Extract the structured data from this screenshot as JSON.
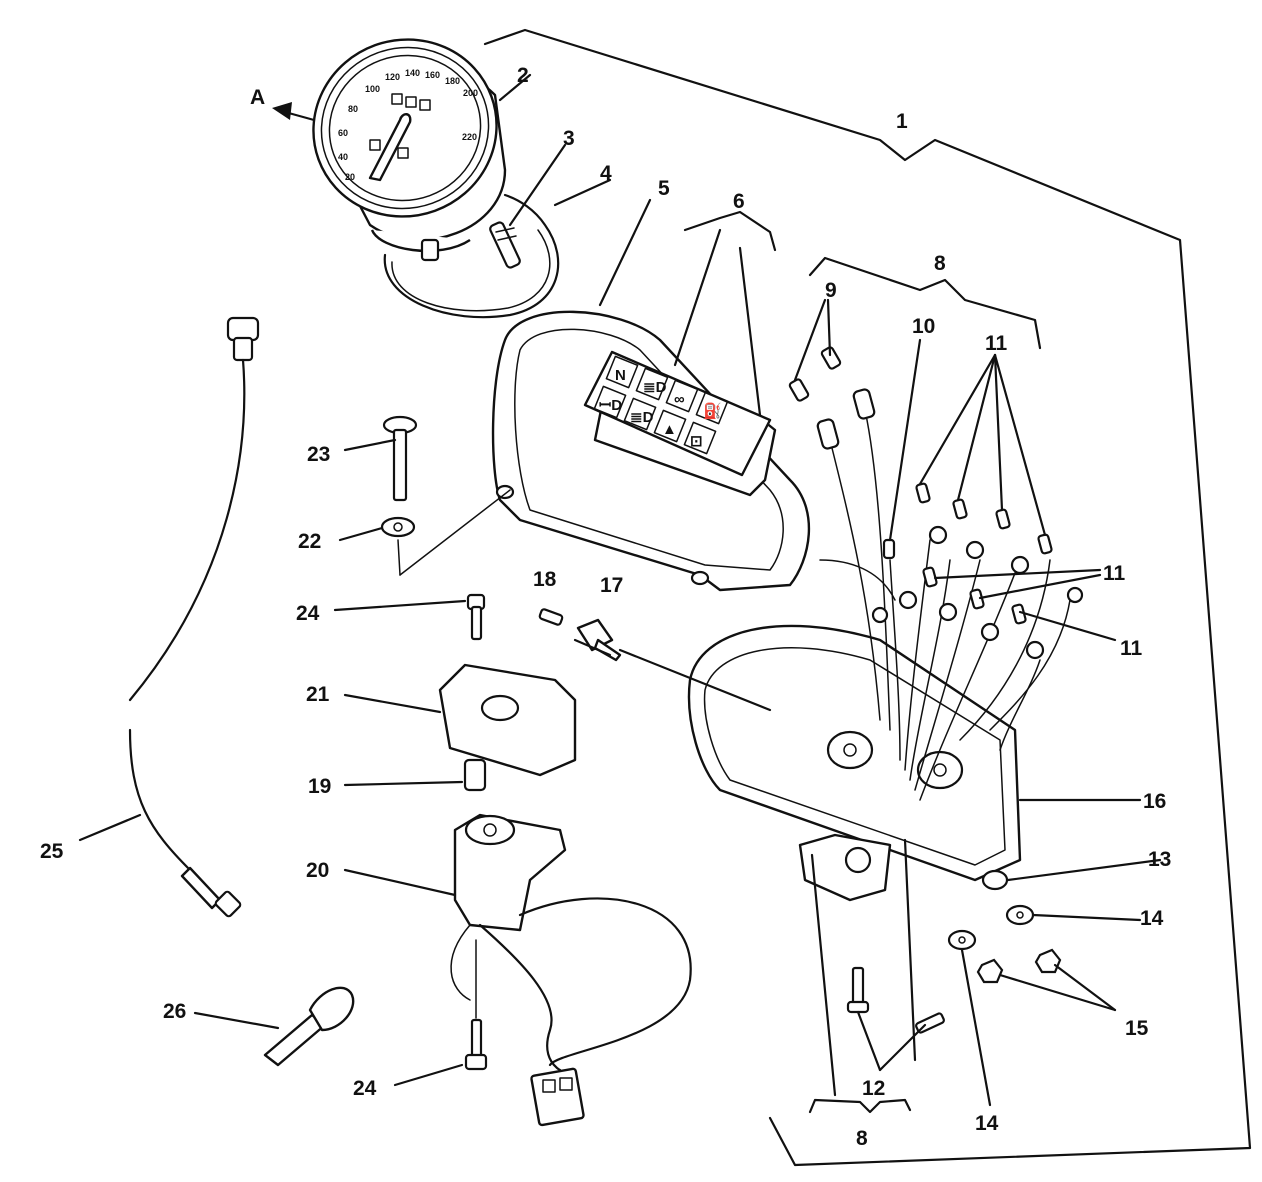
{
  "diagram": {
    "title": "Instrument panel and ignition switch exploded view",
    "view_marker": "A",
    "callouts": [
      {
        "id": "1",
        "label": "1"
      },
      {
        "id": "2",
        "label": "2"
      },
      {
        "id": "3",
        "label": "3"
      },
      {
        "id": "4",
        "label": "4"
      },
      {
        "id": "5",
        "label": "5"
      },
      {
        "id": "6",
        "label": "6"
      },
      {
        "id": "8a",
        "label": "8"
      },
      {
        "id": "8b",
        "label": "8"
      },
      {
        "id": "9",
        "label": "9"
      },
      {
        "id": "10",
        "label": "10"
      },
      {
        "id": "11a",
        "label": "11"
      },
      {
        "id": "11b",
        "label": "11"
      },
      {
        "id": "11c",
        "label": "11"
      },
      {
        "id": "12",
        "label": "12"
      },
      {
        "id": "13",
        "label": "13"
      },
      {
        "id": "14a",
        "label": "14"
      },
      {
        "id": "14b",
        "label": "14"
      },
      {
        "id": "15",
        "label": "15"
      },
      {
        "id": "16",
        "label": "16"
      },
      {
        "id": "17",
        "label": "17"
      },
      {
        "id": "18",
        "label": "18"
      },
      {
        "id": "19",
        "label": "19"
      },
      {
        "id": "20",
        "label": "20"
      },
      {
        "id": "21",
        "label": "21"
      },
      {
        "id": "22",
        "label": "22"
      },
      {
        "id": "23",
        "label": "23"
      },
      {
        "id": "24a",
        "label": "24"
      },
      {
        "id": "24b",
        "label": "24"
      },
      {
        "id": "25",
        "label": "25"
      },
      {
        "id": "26",
        "label": "26"
      }
    ],
    "speedometer": {
      "scale_left": [
        "20",
        "40",
        "60",
        "80",
        "100"
      ],
      "scale_top": [
        "120",
        "140",
        "160",
        "180",
        "200"
      ],
      "scale_right": [
        "220"
      ]
    },
    "warning_lights": {
      "top_row": [
        "N",
        "≣D",
        "∞",
        "⛽"
      ],
      "bottom_row": [
        "ꟷD",
        "≣D",
        "▲",
        "⊡"
      ]
    }
  }
}
